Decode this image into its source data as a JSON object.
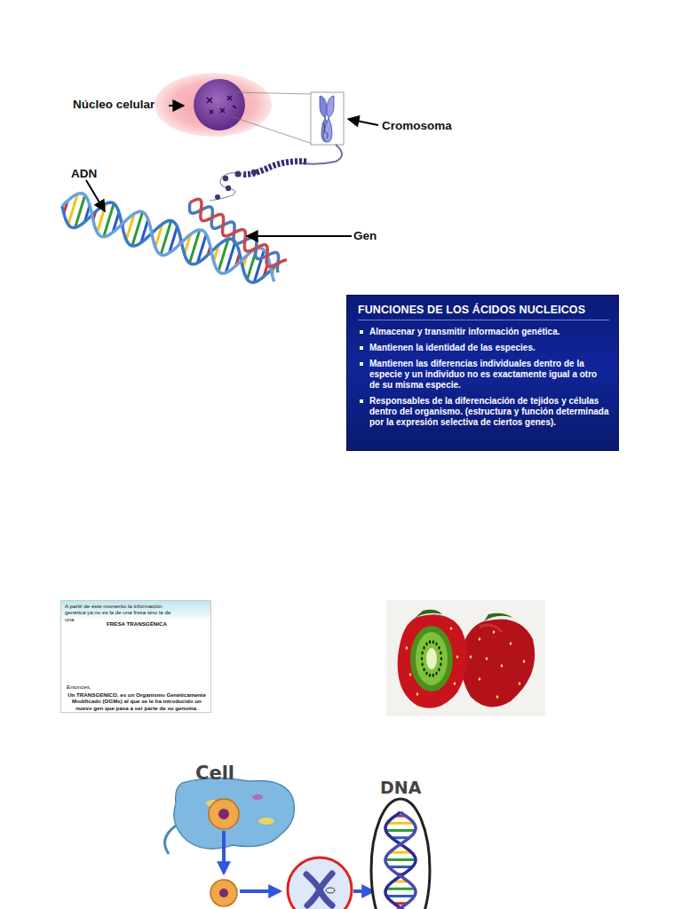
{
  "diagram": {
    "nodes": [
      {
        "text": [
          "FUNCIONES DE LOS ÁCIDOS NUCLEICOS",
          "Almacenar y transmitir información genética.",
          "Mantienen la identidad de las especies.",
          "Mantienen las diferencias individuales dentro de la especie y un individuo no es exactamente igual a otro de su misma especie.",
          "Responsables de la diferenciación de tejidos y células dentro del organismo. (estructura y función determinada por la expresión selectiva de ciertos genes)."
        ]
      },
      {
        "text": [
          "A partir de este momento la información genética ya no es la de una fresa sino la de una",
          "FRESA TRANSGÉNICA",
          "Entonces,",
          "Un TRANSGENICO, es un Organismo Genéticamente Modificado (OGMs) al que se le ha introducido un nuevo gen que pasa a ser parte de su genoma."
        ]
      }
    ],
    "labels": [
      "Núcleo celular",
      "Cromosoma",
      "ADN",
      "Gen",
      "Cell",
      "DNA"
    ]
  }
}
